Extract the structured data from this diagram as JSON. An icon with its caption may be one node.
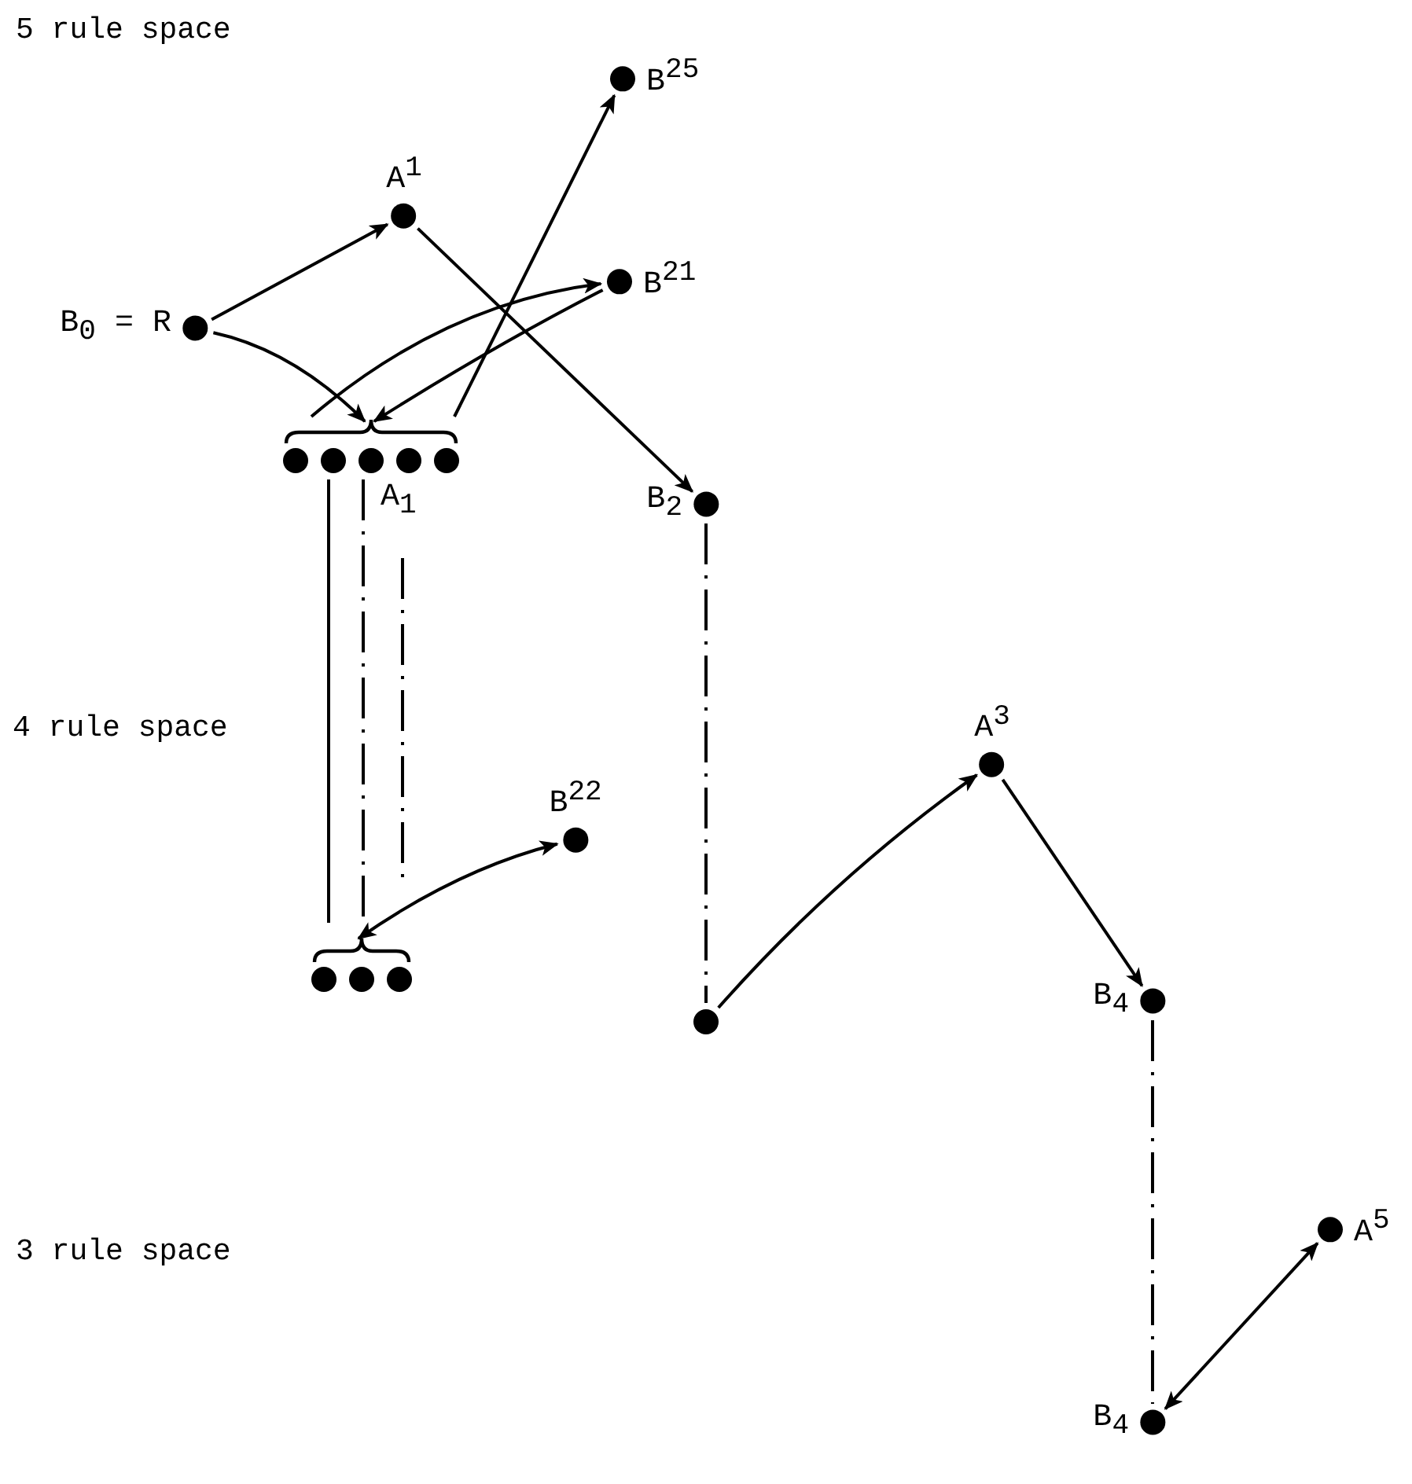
{
  "diagram": {
    "nodes": [
      {
        "text": [
          "B$_{0}$ = R"
        ]
      },
      {
        "text": [
          "A$^{1}$"
        ]
      },
      {
        "text": [
          "B$^{25}$"
        ]
      },
      {
        "text": [
          "B$^{21}$"
        ]
      },
      {
        "text": [
          "A$_{1}$"
        ]
      },
      {
        "text": [
          "B$_{2}$"
        ]
      },
      {
        "text": [
          "B$^{22}$"
        ]
      },
      {
        "text": [
          "A$^{3}$"
        ]
      },
      {
        "text": [],
        "shape": "circle"
      },
      {
        "text": [],
        "shape": "circle"
      },
      {
        "text": [
          "B$_{4}$"
        ]
      },
      {
        "text": [
          "A$^{5}$"
        ]
      },
      {
        "text": [
          "B$_{4}$"
        ]
      }
    ],
    "edges": [
      {
        "from": 0,
        "to": 1,
        "arrow": "to"
      },
      {
        "from": 0,
        "to": 4,
        "arrow": "to"
      },
      {
        "from": 4,
        "to": 3,
        "arrow": "to"
      },
      {
        "from": 3,
        "to": 4,
        "arrow": "to"
      },
      {
        "from": 4,
        "to": 2,
        "arrow": "to"
      },
      {
        "from": 1,
        "to": 5,
        "arrow": "to"
      },
      {
        "from": 4,
        "to": 8,
        "arrow": "none"
      },
      {
        "from": 4,
        "to": 8,
        "arrow": "none",
        "style": "dashed"
      },
      {
        "from": 4,
        "to": 8,
        "arrow": "none",
        "style": "dashed"
      },
      {
        "from": 6,
        "to": 8,
        "arrow": "both"
      },
      {
        "from": 5,
        "to": 9,
        "arrow": "none",
        "style": "dashed"
      },
      {
        "from": 9,
        "to": 7,
        "arrow": "to"
      },
      {
        "from": 7,
        "to": 10,
        "arrow": "to"
      },
      {
        "from": 10,
        "to": 12,
        "arrow": "none",
        "style": "dashed"
      },
      {
        "from": 11,
        "to": 12,
        "arrow": "both"
      }
    ],
    "labels": [
      "5 rule space",
      "4 rule space",
      "3 rule space"
    ]
  }
}
